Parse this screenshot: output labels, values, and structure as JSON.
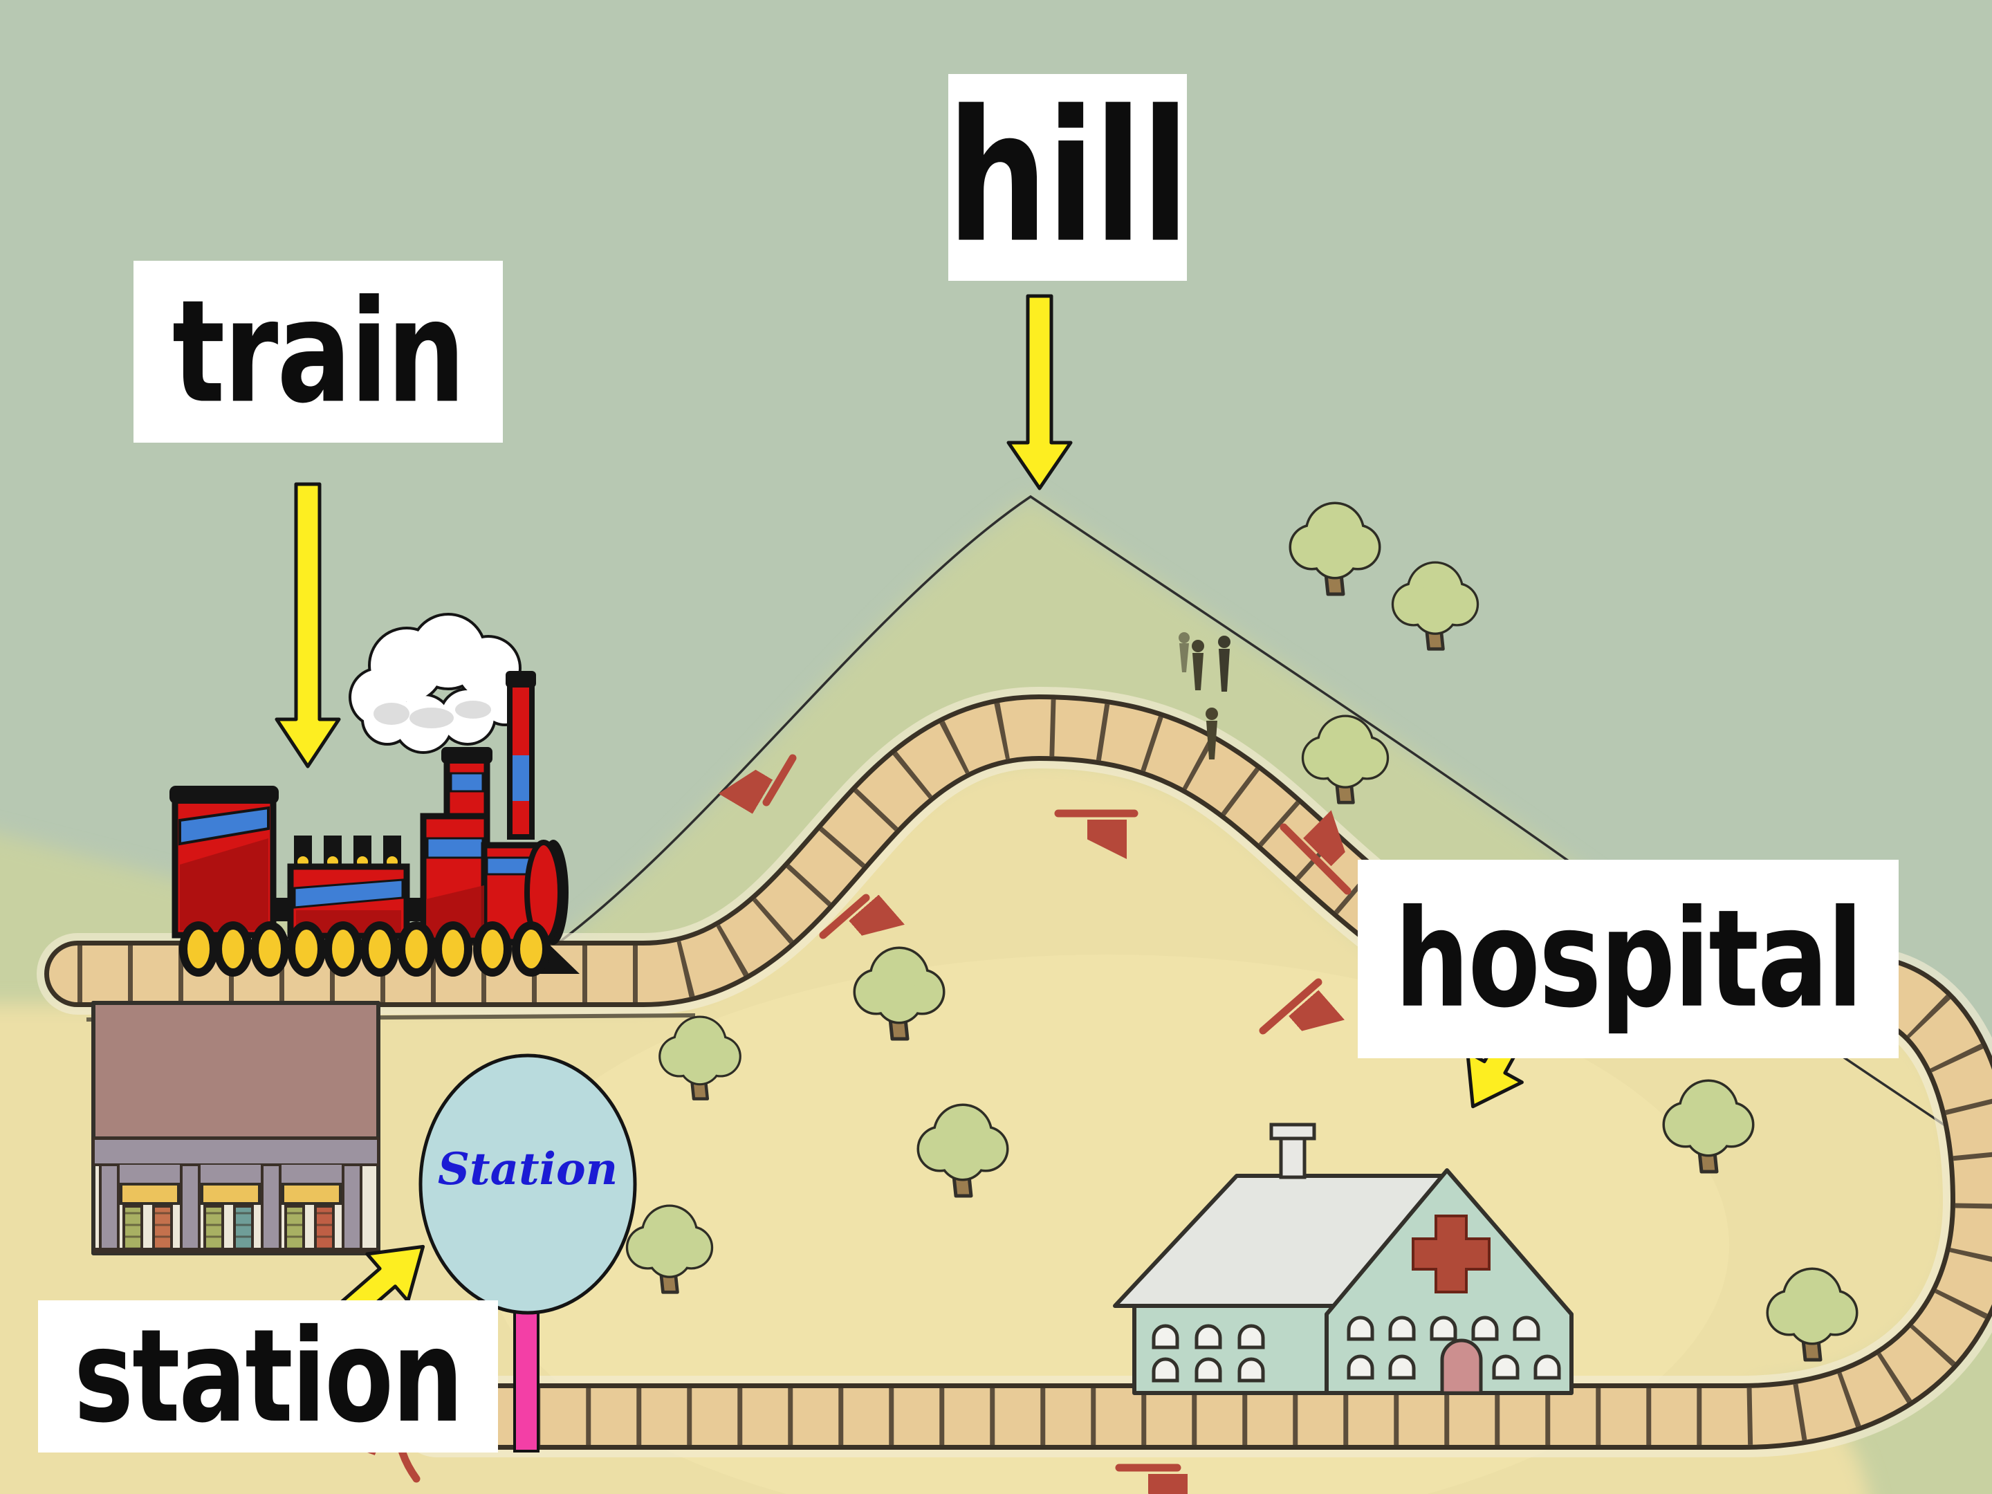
{
  "labels": {
    "hill": "hill",
    "train": "train",
    "station": "station",
    "hospital": "hospital"
  },
  "sign": {
    "text": "Station"
  },
  "scene_objects": [
    "red-steam-train",
    "smoke-cloud",
    "railway-loop-track",
    "hill-outline",
    "station-building",
    "station-sign-post",
    "hospital-building",
    "red-cross",
    "trees",
    "hikers",
    "direction-arrows"
  ],
  "palette": {
    "sky": "#b7c8b2",
    "hill-green": "#c8d1a1",
    "valley-yellow": "#ecdfa6",
    "track-bed": "#e8cb97",
    "track-line": "#3a3226",
    "label-bg": "#ffffff",
    "label-text": "#0d0d0d",
    "arrow-yellow": "#fdee21",
    "arrow-red": "#b5483a",
    "sign-fill": "#b9dbdd",
    "sign-text": "#1b1bd4",
    "sign-pole": "#f33fa6",
    "train-red": "#d61414",
    "train-blue": "#3f7fd6",
    "wheel-yellow": "#f6c92a",
    "hospital-wall": "#bcd8c8",
    "hospital-roof": "#e4e6e1",
    "cross-red": "#b04a38",
    "door-pink": "#cc8f8f",
    "station-roof": "#a8837c",
    "station-wall": "#9c93a0",
    "bench-yellow": "#ecc35c",
    "tree-green": "#c7d494",
    "trunk-brown": "#9b7d4f"
  }
}
